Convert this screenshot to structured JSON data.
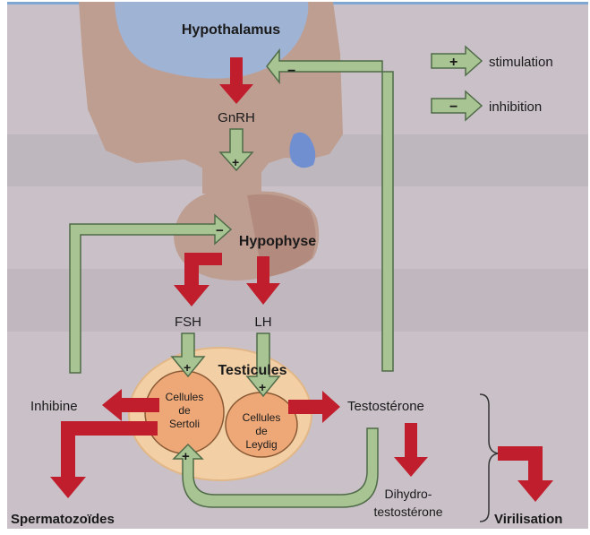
{
  "labels": {
    "hypothalamus": "Hypothalamus",
    "gnrh": "GnRH",
    "hypophyse": "Hypophyse",
    "fsh": "FSH",
    "lh": "LH",
    "testicules": "Testicules",
    "sertoli_1": "Cellules",
    "sertoli_2": "de",
    "sertoli_3": "Sertoli",
    "leydig_1": "Cellules",
    "leydig_2": "de",
    "leydig_3": "Leydig",
    "inhibine": "Inhibine",
    "testosterone": "Testostérone",
    "dihydro_1": "Dihydro-",
    "dihydro_2": "testostérone",
    "spermatozoides": "Spermatozoïdes",
    "virilisation": "Virilisation"
  },
  "legend": {
    "stimulation": "stimulation",
    "inhibition": "inhibition",
    "plus": "+",
    "minus": "−"
  },
  "colors": {
    "background": "#c9c1c7",
    "hypothalamus_tissue": "#bf9e92",
    "hypothalamus_ventricle": "#9fb3d4",
    "pituitary": "#bf9e92",
    "testis_fill": "#f2cfa4",
    "cell_fill": "#eea878",
    "stimulation_arrow": "#a9c493",
    "stimulation_stroke": "#4f6b48",
    "production_arrow": "#c01e2d"
  }
}
